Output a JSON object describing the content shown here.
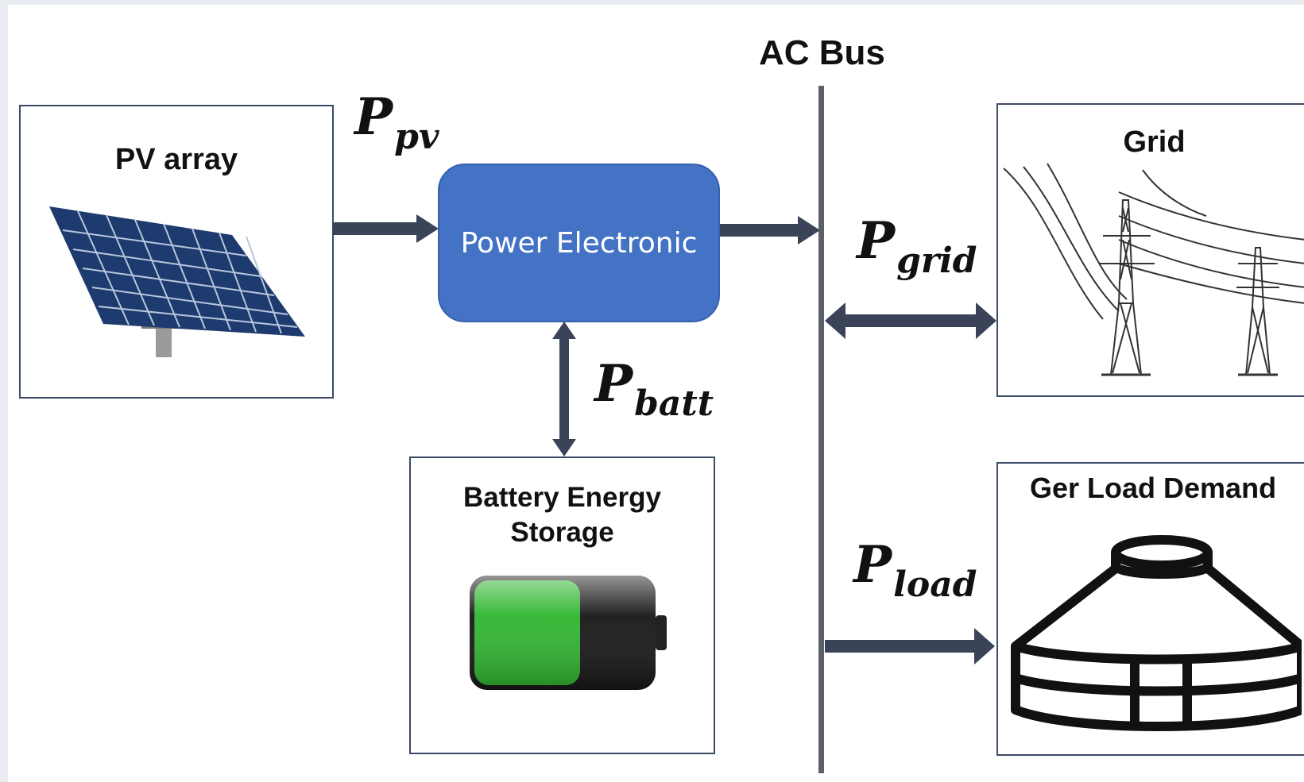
{
  "diagram": {
    "bus_label": "AC Bus",
    "pv": {
      "title": "PV array"
    },
    "power_electronic": {
      "label": "Power Electronic"
    },
    "battery": {
      "title_line1": "Battery Energy",
      "title_line2": "Storage",
      "charge_level": 0.6
    },
    "grid": {
      "title": "Grid"
    },
    "load": {
      "title": "Ger Load Demand"
    },
    "flows": {
      "pv": {
        "symbol": "P",
        "subscript": "pv"
      },
      "batt": {
        "symbol": "P",
        "subscript": "batt"
      },
      "grid": {
        "symbol": "P",
        "subscript": "grid"
      },
      "load": {
        "symbol": "P",
        "subscript": "load"
      }
    },
    "colors": {
      "block_fill": "#4472c4",
      "arrow": "#3a4358",
      "bus": "#5a5f69",
      "box_border": "#3b4a66",
      "battery_green": "#2fb52f"
    }
  }
}
